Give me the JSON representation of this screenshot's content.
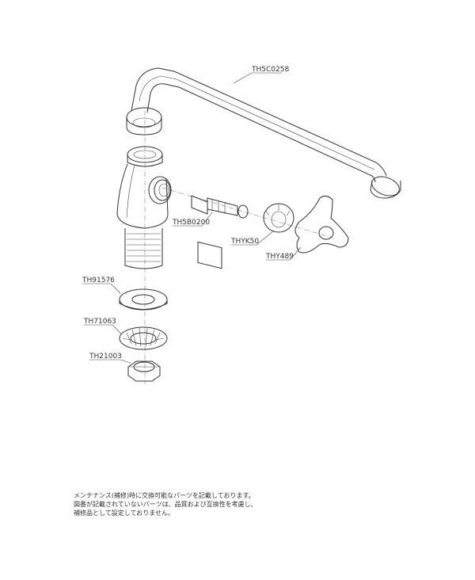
{
  "parts": {
    "spout": "TH5C0258",
    "cartridge": "TH5B0200",
    "cap": "THYK50",
    "handle": "THY489",
    "washer": "TH91576",
    "lock_washer": "TH71063",
    "nut": "TH21003"
  },
  "note": {
    "line1": "メンテナンス(補修)時に交換可能なパーツを記載しております。",
    "line2": "図番が記載されていないパーツは、品質および互換性を考慮し、",
    "line3": "補修品として設定しておりません。"
  }
}
